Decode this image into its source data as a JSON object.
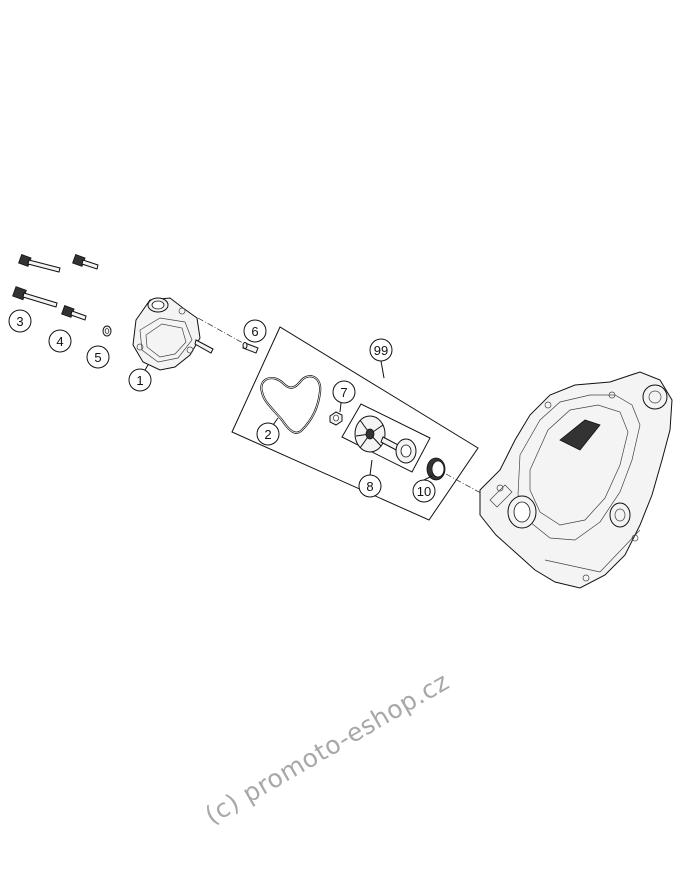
{
  "diagram": {
    "callouts": [
      {
        "id": "1",
        "label": "1"
      },
      {
        "id": "2",
        "label": "2"
      },
      {
        "id": "3",
        "label": "3"
      },
      {
        "id": "4",
        "label": "4"
      },
      {
        "id": "5",
        "label": "5"
      },
      {
        "id": "6",
        "label": "6"
      },
      {
        "id": "7",
        "label": "7"
      },
      {
        "id": "8",
        "label": "8"
      },
      {
        "id": "10",
        "label": "10"
      },
      {
        "id": "99",
        "label": "99"
      }
    ]
  },
  "watermark": "(c) promoto-eshop.cz"
}
